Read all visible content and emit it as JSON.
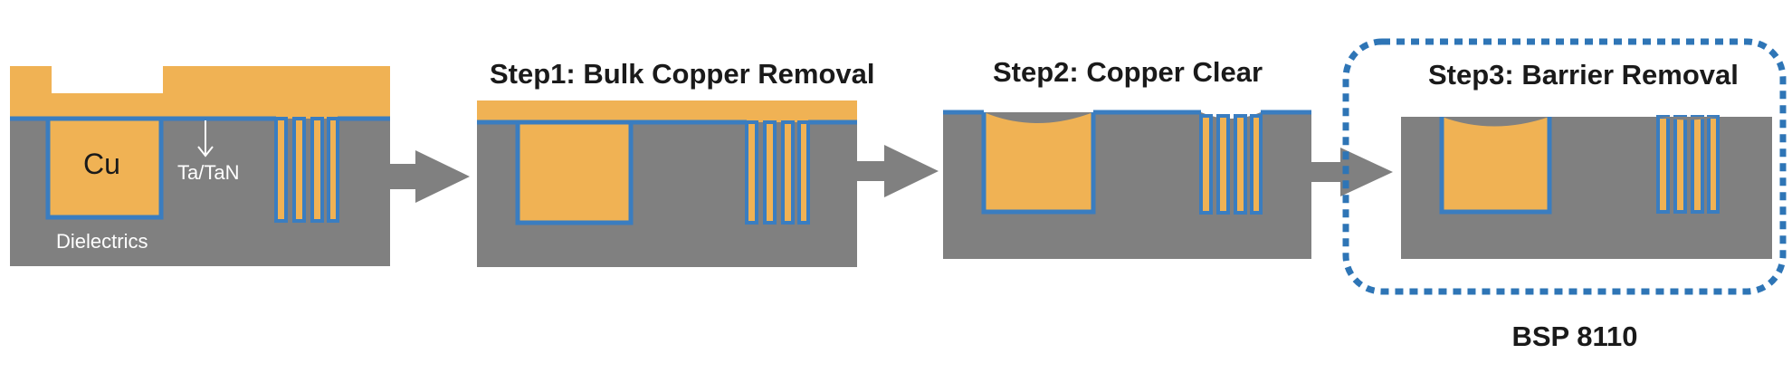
{
  "panels": [
    {
      "id": "initial",
      "title": ""
    },
    {
      "id": "step1",
      "title": "Step1: Bulk Copper Removal"
    },
    {
      "id": "step2",
      "title": "Step2: Copper Clear"
    },
    {
      "id": "step3",
      "title": "Step3: Barrier Removal"
    }
  ],
  "labels": {
    "cu": "Cu",
    "barrier": "Ta/TaN",
    "dielectric": "Dielectrics"
  },
  "highlight": {
    "caption": "BSP 8110"
  },
  "colors": {
    "dielectric": "#808080",
    "copper": "#F0B254",
    "barrier": "#3A7DC0",
    "arrow": "#808080",
    "highlight_border": "#2E75B6",
    "text": "#1a1a1a",
    "label_text": "#ffffff"
  }
}
